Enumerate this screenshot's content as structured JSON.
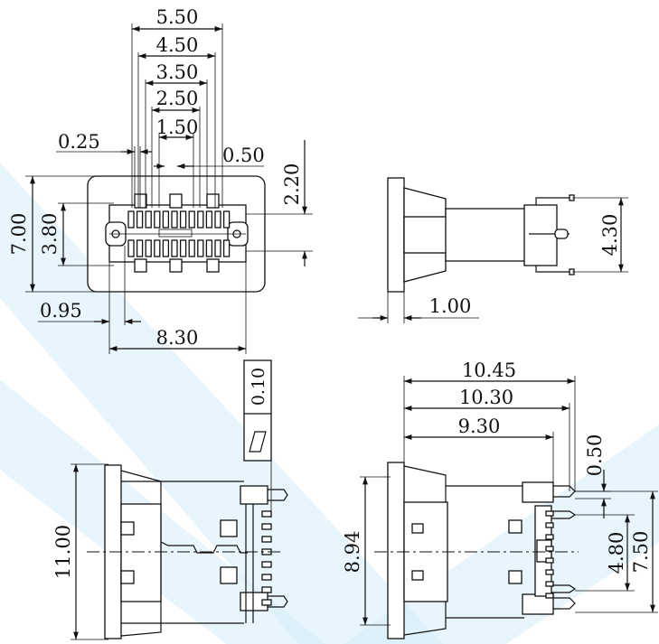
{
  "dimensions": {
    "top_view": {
      "w_5_50": "5.50",
      "w_4_50": "4.50",
      "w_3_50": "3.50",
      "w_2_50": "2.50",
      "w_1_50": "1.50",
      "w_0_25": "0.25",
      "w_0_50": "0.50",
      "h_2_20": "2.20",
      "h_7_00": "7.00",
      "h_3_80": "3.80",
      "w_0_95": "0.95",
      "w_8_30": "8.30"
    },
    "side_view": {
      "h_4_30": "4.30",
      "w_1_00": "1.00"
    },
    "front_view": {
      "h_11_00": "11.00",
      "flatness": "0.10"
    },
    "bottom_view": {
      "w_10_45": "10.45",
      "w_10_30": "10.30",
      "w_9_30": "9.30",
      "h_0_50": "0.50",
      "h_8_94": "8.94",
      "h_4_80": "4.80",
      "h_7_50": "7.50"
    }
  },
  "colors": {
    "line": "#111111",
    "watermark": "#d6ecf9"
  },
  "icons": {
    "flatness_symbol": "flatness-icon"
  }
}
